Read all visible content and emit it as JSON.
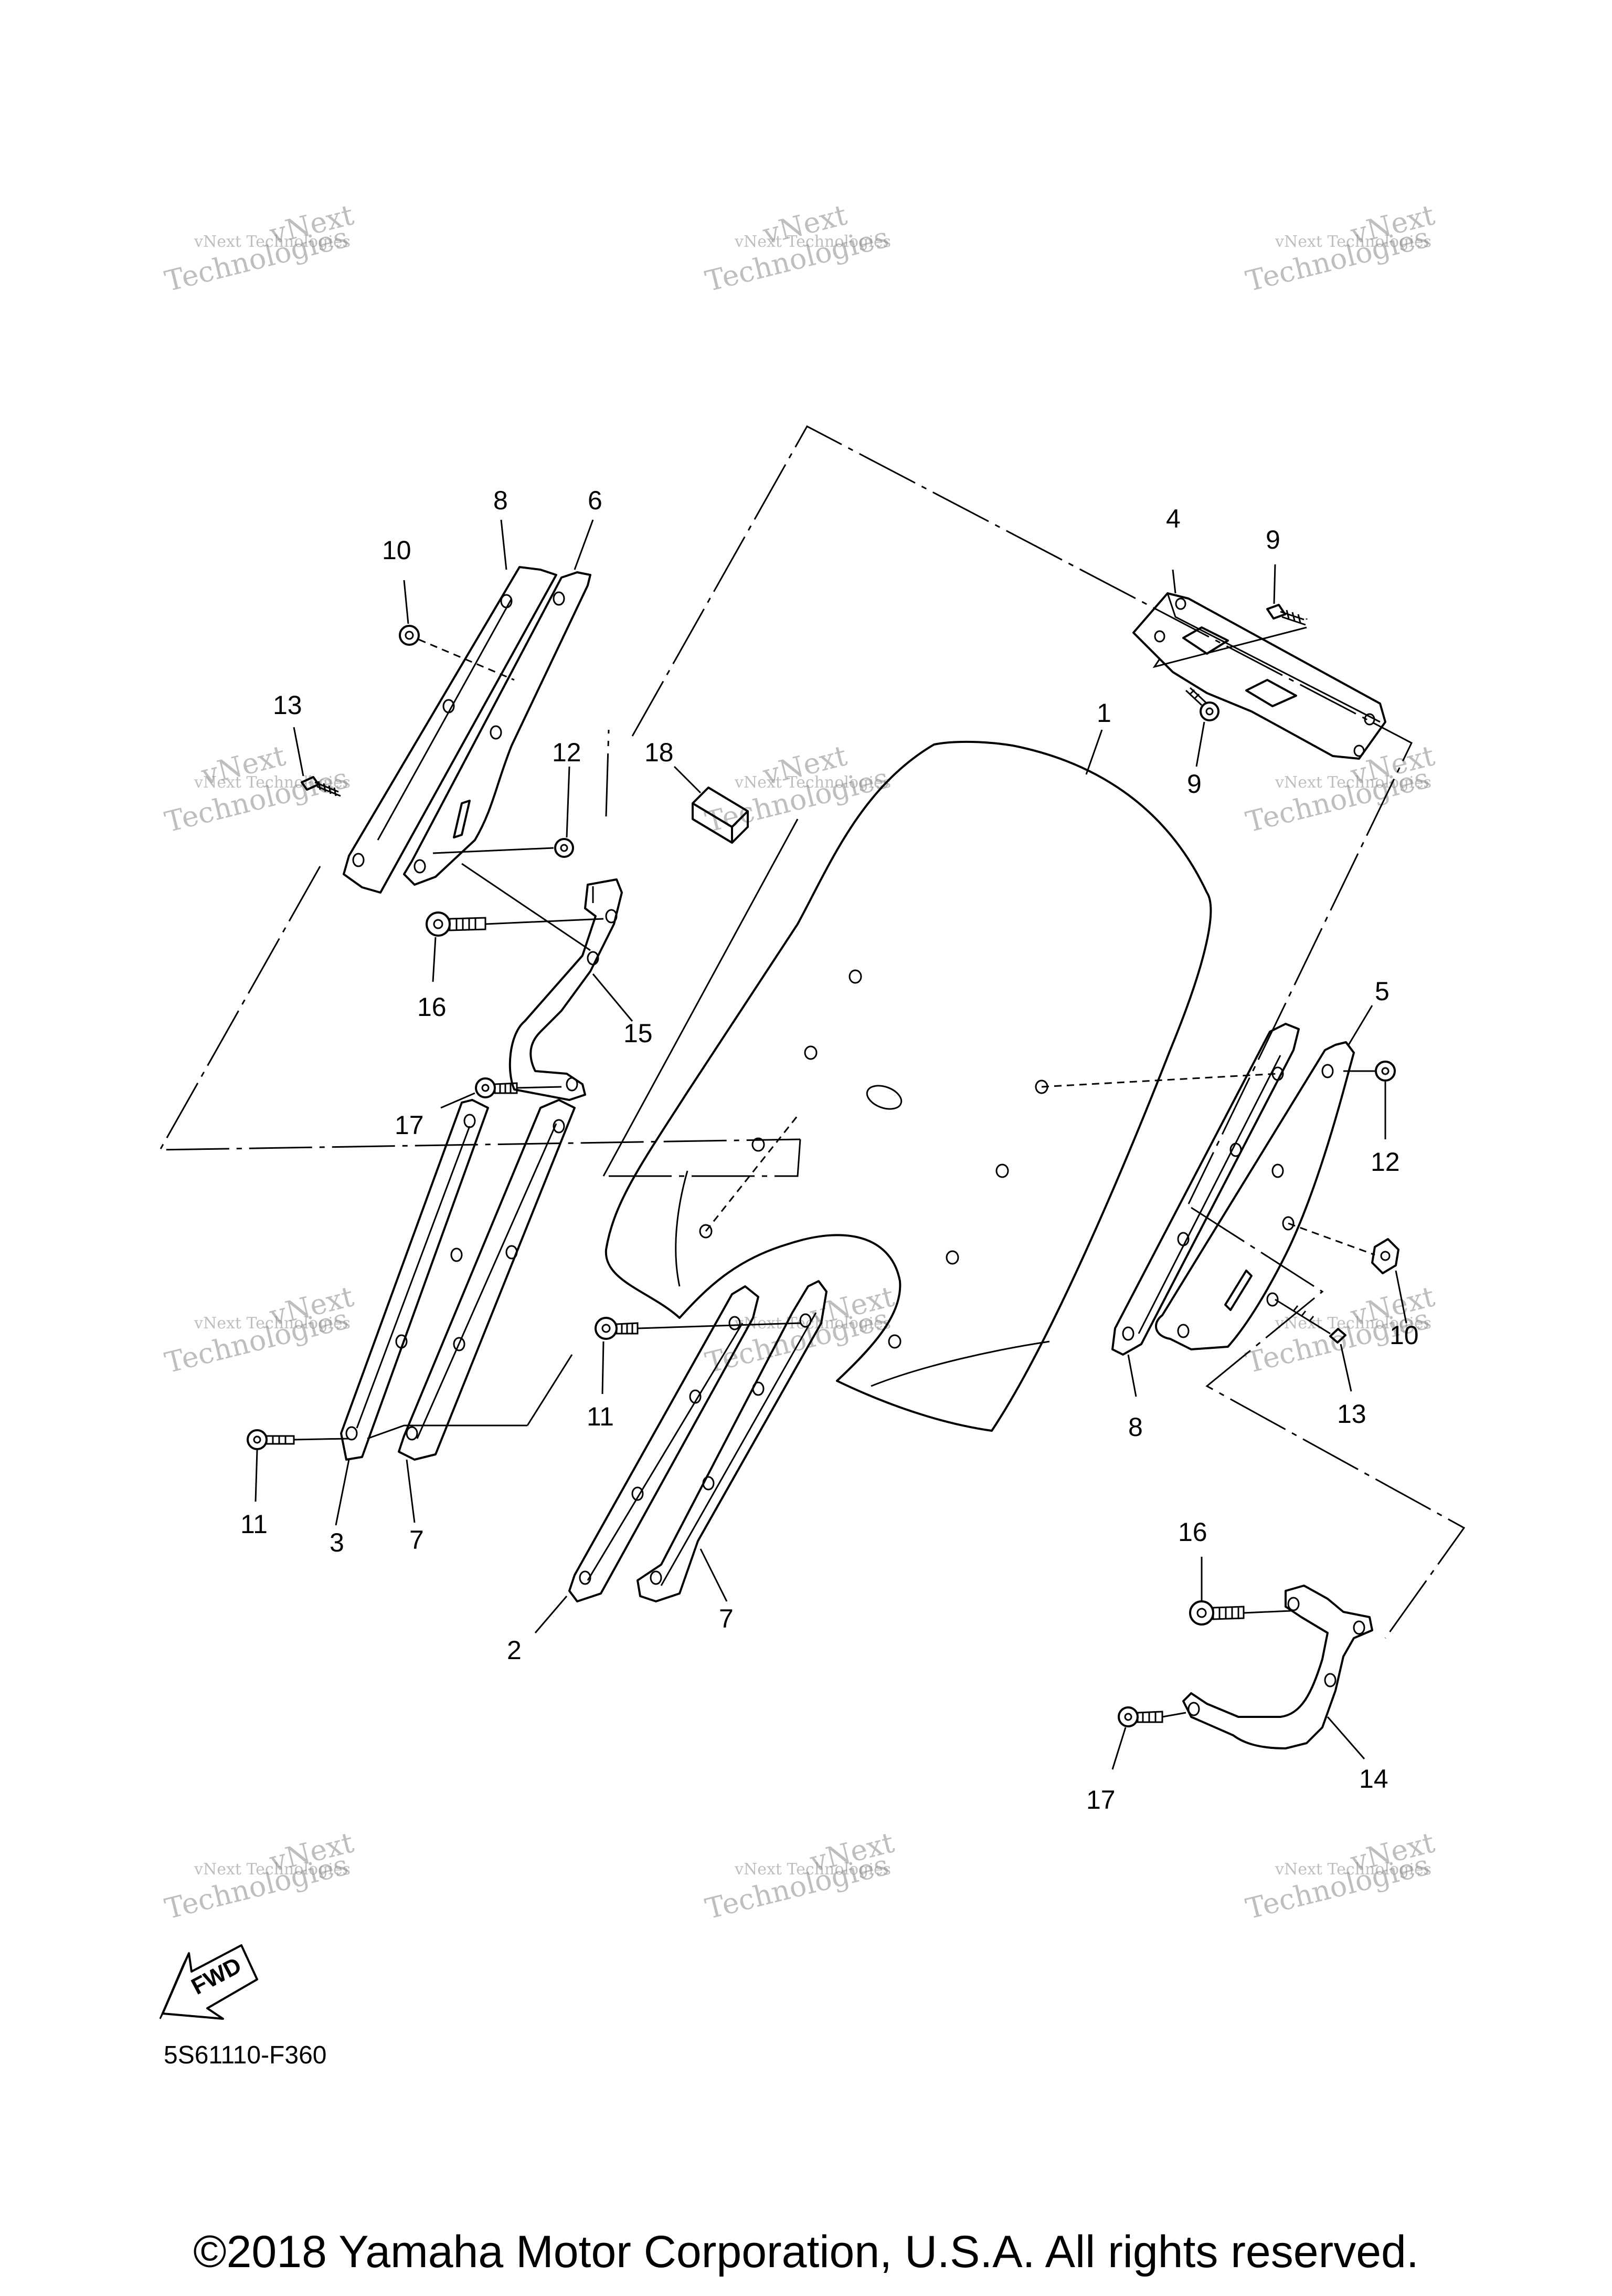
{
  "watermark": {
    "line1": "vNext Technologies",
    "line2": "vNext",
    "line3": "Technologies"
  },
  "callouts": {
    "c1": "1",
    "c2": "2",
    "c3": "3",
    "c4": "4",
    "c5": "5",
    "c6": "6",
    "c7a": "7",
    "c7b": "7",
    "c8a": "8",
    "c8b": "8",
    "c9a": "9",
    "c9b": "9",
    "c10a": "10",
    "c10b": "10",
    "c11a": "11",
    "c11b": "11",
    "c12a": "12",
    "c12b": "12",
    "c13a": "13",
    "c13b": "13",
    "c14": "14",
    "c15": "15",
    "c16a": "16",
    "c16b": "16",
    "c17a": "17",
    "c17b": "17",
    "c18": "18"
  },
  "fwd_label": "FWD",
  "diagram_code": "5S61110-F360",
  "copyright": "©2018 Yamaha Motor Corporation, U.S.A. All rights reserved."
}
